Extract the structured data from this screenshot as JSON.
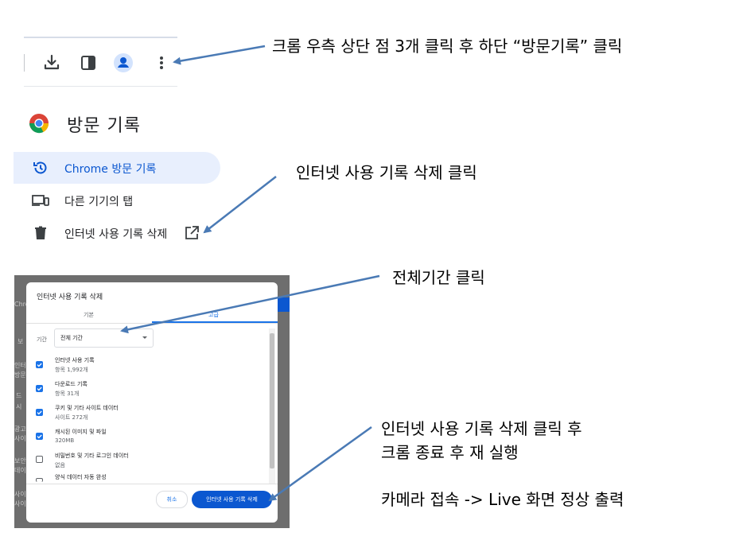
{
  "annotations": {
    "step1": "크롬 우측 상단 점 3개 클릭 후 하단 “방문기록” 클릭",
    "step2": "인터넷 사용 기록 삭제 클릭",
    "step3": "전체기간 클릭",
    "step4_line1": "인터넷 사용 기록 삭제 클릭 후",
    "step4_line2": "크롬 종료 후 재 실행",
    "step5": "카메라 접속 -> Live 화면 정상 출력",
    "arrow_color": "#4a7ab5"
  },
  "toolbar": {
    "icons": [
      "download-icon",
      "side-panel-icon",
      "profile-icon",
      "more-vert-icon"
    ],
    "accent": "#1a73e8"
  },
  "history": {
    "title": "방문 기록",
    "nav": [
      {
        "label": "Chrome 방문 기록",
        "icon": "history-icon",
        "active": true
      },
      {
        "label": "다른 기기의 탭",
        "icon": "devices-icon",
        "active": false
      },
      {
        "label": "인터넷 사용 기록 삭제",
        "icon": "trash-icon",
        "active": false
      }
    ],
    "external_icon": "open-in-new-icon",
    "active_bg": "#e8effd",
    "active_text": "#0b57d0"
  },
  "dialog": {
    "title": "인터넷 사용 기록 삭제",
    "tabs": [
      "기본",
      "고급"
    ],
    "period_label": "기간",
    "period_value": "전체 기간",
    "items": [
      {
        "title": "인터넷 사용 기록",
        "sub": "항목 1,992개",
        "checked": true
      },
      {
        "title": "다운로드 기록",
        "sub": "항목 31개",
        "checked": true
      },
      {
        "title": "쿠키 및 기타 사이트 데이터",
        "sub": "사이트 272개",
        "checked": true
      },
      {
        "title": "캐시된 이미지 및 파일",
        "sub": "320MB",
        "checked": true
      },
      {
        "title": "비밀번호 및 기타 로그인 데이터",
        "sub": "없음",
        "checked": false
      },
      {
        "title": "양식 데이터 자동 완성",
        "sub": "",
        "checked": false
      }
    ],
    "cancel": "취소",
    "confirm": "인터넷 사용 기록 삭제"
  },
  "background_page": {
    "fragments": [
      "Chro",
      "보",
      "인터",
      "방문",
      "드",
      "시",
      "광고",
      "사이",
      "보안",
      "데이",
      "사이",
      "사이"
    ]
  }
}
